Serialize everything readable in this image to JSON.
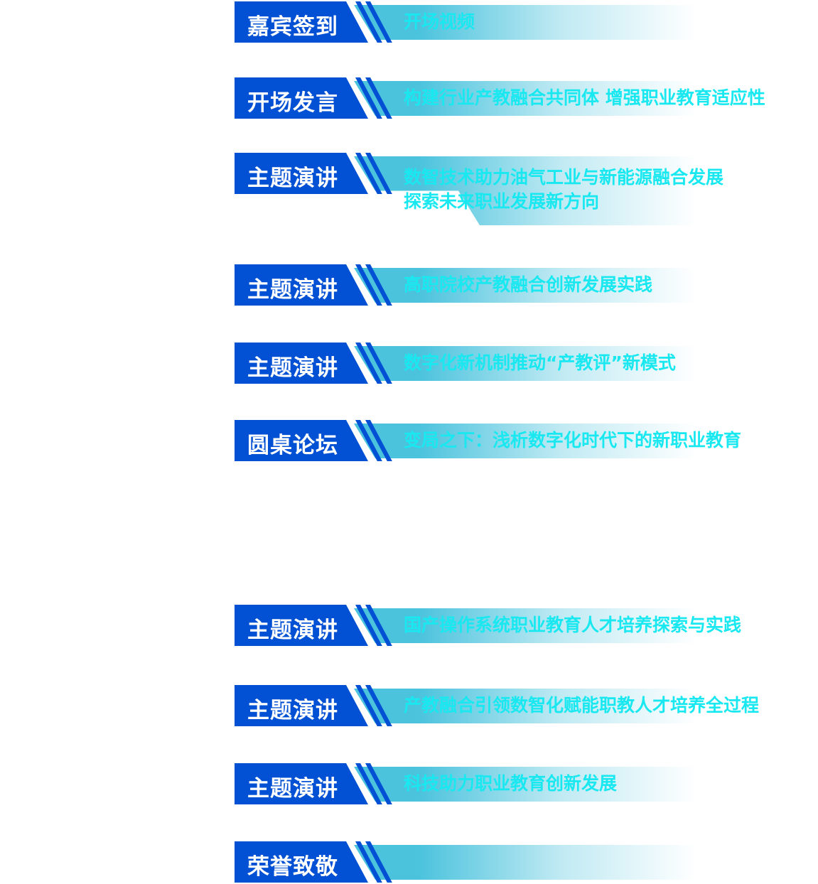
{
  "agenda": [
    {
      "tag": "嘉宾签到",
      "title": [
        "开场视频"
      ]
    },
    {
      "tag": "开场发言",
      "title": [
        "构建行业产教融合共同体 增强职业教育适应性"
      ]
    },
    {
      "tag": "主题演讲",
      "title": [
        "数智技术助力油气工业与新能源融合发展",
        "探索未来职业发展新方向"
      ]
    },
    {
      "tag": "主题演讲",
      "title": [
        "高职院校产教融合创新发展实践"
      ]
    },
    {
      "tag": "主题演讲",
      "title": [
        "数字化新机制推动“产教评”新模式"
      ]
    },
    {
      "tag": "圆桌论坛",
      "title": [
        "变局之下：浅析数字化时代下的新职业教育"
      ]
    },
    {
      "tag": "主题演讲",
      "title": [
        "国产操作系统职业教育人才培养探索与实践"
      ]
    },
    {
      "tag": "主题演讲",
      "title": [
        "产教融合引领数智化赋能职教人才培养全过程"
      ]
    },
    {
      "tag": "主题演讲",
      "title": [
        "科技助力职业教育创新发展"
      ]
    },
    {
      "tag": "荣誉致敬",
      "title": []
    }
  ],
  "colors": {
    "label": "#0250d3",
    "bar": "#4cc3dd",
    "title": "#19e8f0"
  }
}
